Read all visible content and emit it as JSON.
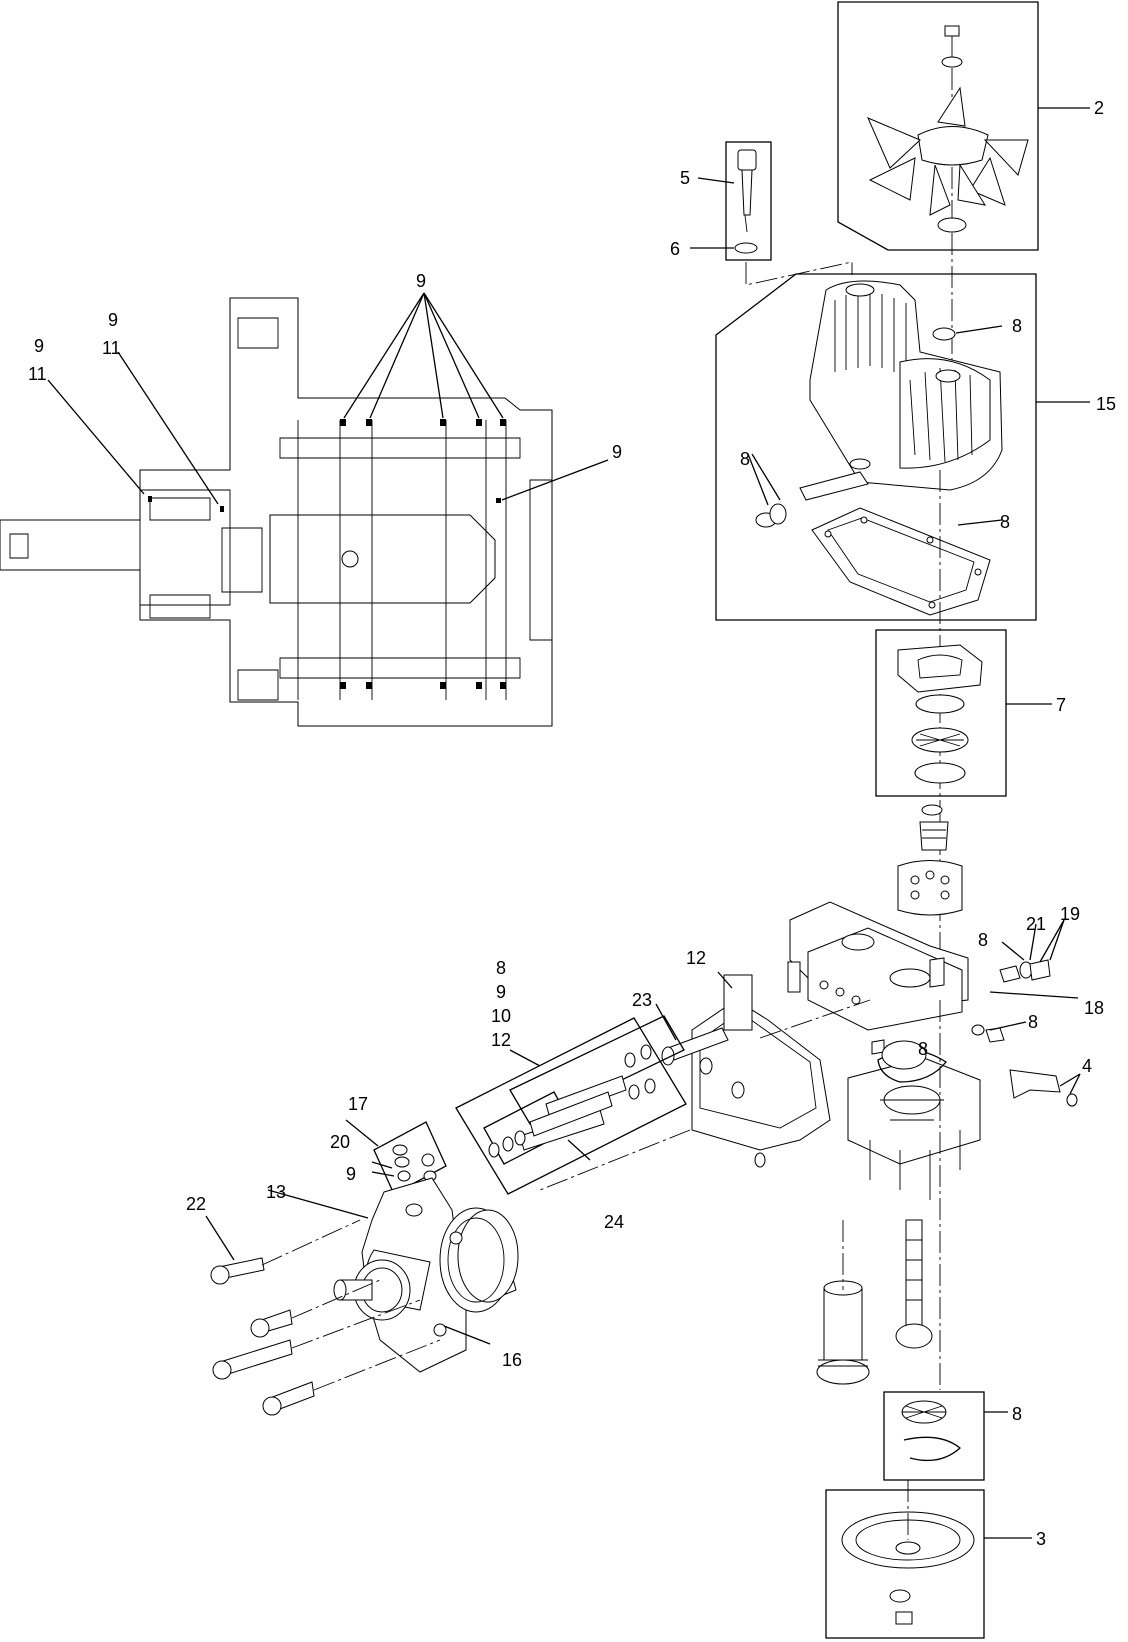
{
  "callouts": {
    "c_2": "2",
    "c_5": "5",
    "c_6": "6",
    "c_8_vent": "8",
    "c_15": "15",
    "c_8_arm": "8",
    "c_8_gasket": "8",
    "c_7": "7",
    "c_9_top": "9",
    "c_9_left_a": "9",
    "c_11_left_a": "11",
    "c_9_left_b": "9",
    "c_11_left_b": "11",
    "c_9_right": "9",
    "c_8_valve": "8",
    "c_21": "21",
    "c_19": "19",
    "c_18": "18",
    "c_8_port": "8",
    "c_8_oring": "8",
    "c_4": "4",
    "c_12_top": "12",
    "c_23": "23",
    "c_stack_8": "8",
    "c_stack_9": "9",
    "c_stack_10": "10",
    "c_stack_12": "12",
    "c_17": "17",
    "c_20": "20",
    "c_9_kit": "9",
    "c_13": "13",
    "c_24": "24",
    "c_22": "22",
    "c_16": "16",
    "c_8_bearing": "8",
    "c_3": "3"
  }
}
